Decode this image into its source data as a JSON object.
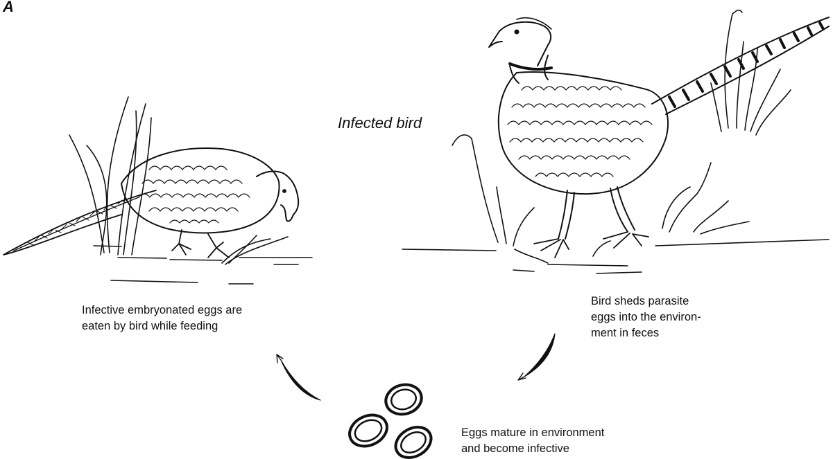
{
  "panel_label": "A",
  "infected_label": "Infected bird",
  "steps": {
    "eaten": "Infective embryonated eggs are\neaten by bird while feeding",
    "shed": "Bird sheds parasite\neggs into the environ-\nment in feces",
    "mature": "Eggs mature in environment\nand become infective"
  },
  "illustrations": {
    "feeding_bird": "hen-pheasant-icon",
    "infected_bird": "cock-pheasant-icon",
    "eggs": "parasite-eggs-icon"
  },
  "colors": {
    "ink": "#111111",
    "background": "#ffffff"
  }
}
